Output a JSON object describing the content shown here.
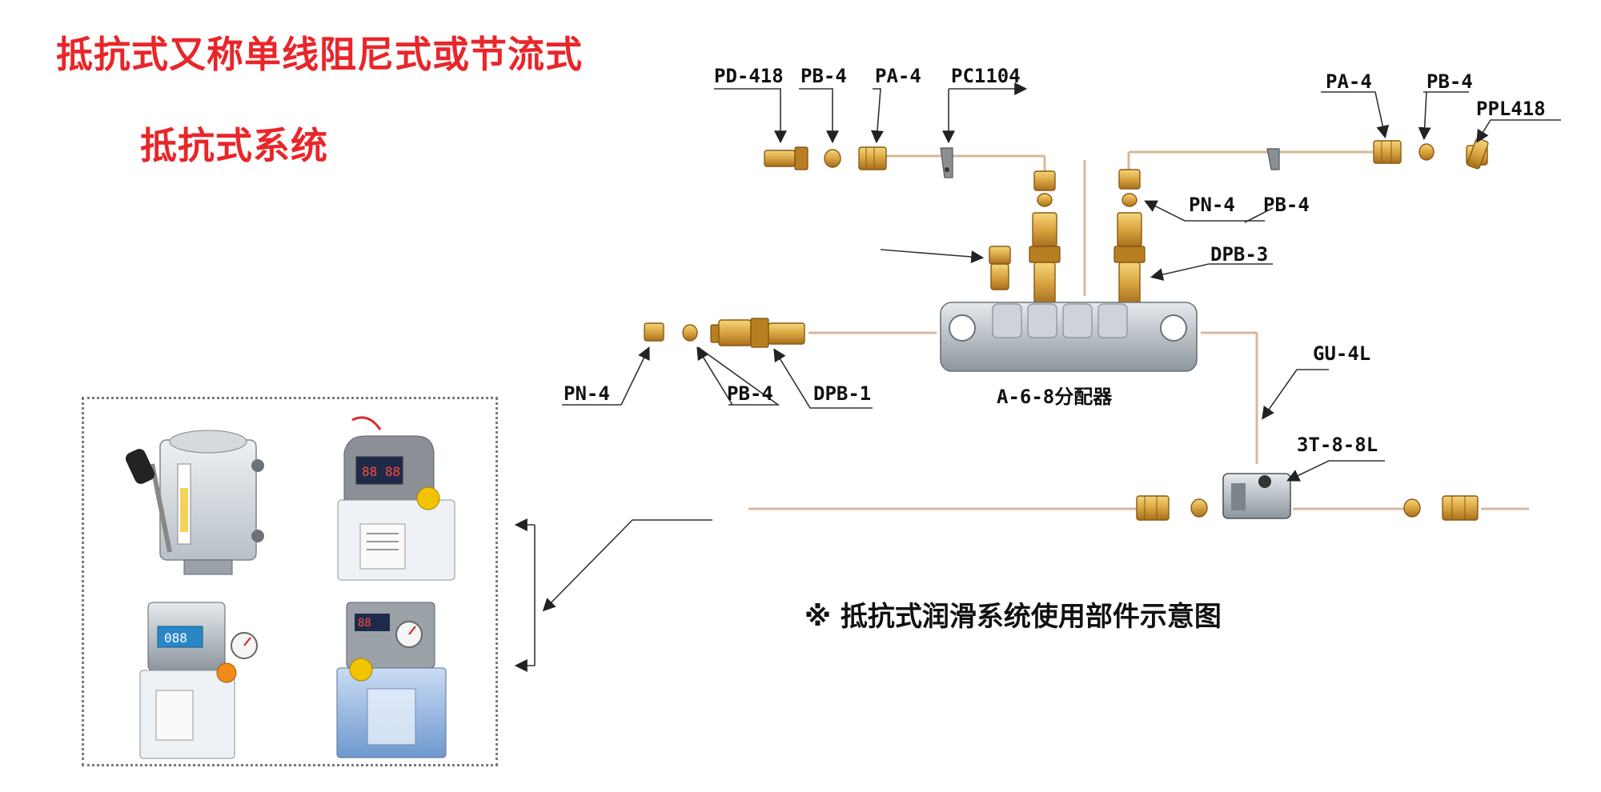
{
  "titles": {
    "main": "抵抗式又称单线阻尼式或节流式",
    "sub": "抵抗式系统"
  },
  "labels": {
    "pd_418": "PD-418",
    "pb_4_top": "PB-4",
    "pa_4_top": "PA-4",
    "pc1104": "PC1104",
    "pa_4_right": "PA-4",
    "pb_4_right": "PB-4",
    "ppl418": "PPL418",
    "pn_4_mid": "PN-4",
    "pb_4_mid": "PB-4",
    "dpb_3": "DPB-3",
    "pn_4_left": "PN-4",
    "pb_4_left": "PB-4",
    "dpb_1": "DPB-1",
    "distributor": "A-6-8分配器",
    "gu_4l": "GU-4L",
    "tee_3t": "3T-8-8L"
  },
  "caption": "※ 抵抗式润滑系统使用部件示意图",
  "colors": {
    "title_red": "#e8262a",
    "brass": "#d9a441",
    "pipe": "#d9b79a",
    "aluminum": "#b9c0c6"
  },
  "icons": [
    "brass-fitting-icon",
    "distributor-block-icon",
    "tee-connector-icon",
    "lubrication-pump-icon"
  ]
}
